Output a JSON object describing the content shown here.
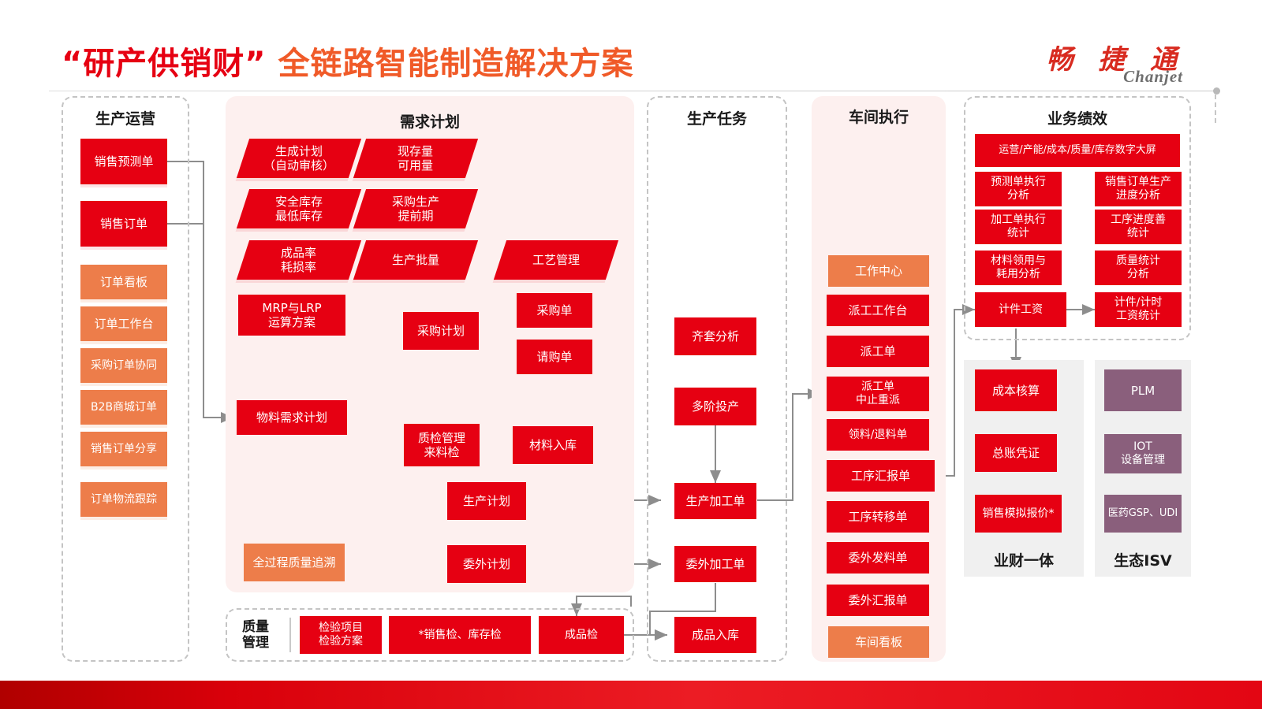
{
  "header": {
    "title_quoted": "“研产供销财”",
    "title_rest": "全链路智能制造解决方案",
    "logo_cn": "畅 捷 通",
    "logo_en": "Chanjet"
  },
  "colors": {
    "red": "#E60012",
    "orange": "#ED7D4A",
    "purple": "#8A5F7C",
    "panel_pink": "#FDF0EF",
    "panel_grey": "#F0F0F0",
    "dashed_border": "#c4c4c4",
    "wire": "#8d8d8d"
  },
  "panels": {
    "production_ops": {
      "title": "生产运营"
    },
    "demand_plan": {
      "title": "需求计划"
    },
    "production_task": {
      "title": "生产任务"
    },
    "workshop_exec": {
      "title": "车间执行"
    },
    "business_perf": {
      "title": "业务绩效"
    },
    "finance": {
      "title": "业财一体"
    },
    "isv": {
      "title": "生态ISV"
    },
    "quality": {
      "title": "质量\n管理"
    }
  },
  "production_ops": {
    "red_items": [
      "销售预测单",
      "销售订单"
    ],
    "orange_items": [
      "订单看板",
      "订单工作台",
      "采购订单协同",
      "B2B商城订单",
      "销售订单分享",
      "订单物流跟踪"
    ]
  },
  "demand_plan": {
    "chips": [
      "生成计划\n（自动审核）",
      "现存量\n可用量",
      "安全库存\n最低库存",
      "采购生产\n提前期",
      "成品率\n耗损率",
      "生产批量",
      "工艺管理"
    ],
    "boxes": [
      "MRP与LRP\n运算方案",
      "采购计划",
      "采购单",
      "请购单",
      "物料需求计划",
      "质检管理\n来料检",
      "材料入库",
      "生产计划",
      "委外计划"
    ],
    "orange_box": "全过程质量追溯"
  },
  "quality_row": {
    "items": [
      "检验项目\n检验方案",
      "*销售检、库存检",
      "成品检"
    ]
  },
  "production_task": {
    "items": [
      "齐套分析",
      "多阶投产",
      "生产加工单",
      "委外加工单",
      "成品入库"
    ]
  },
  "workshop_exec": {
    "items": [
      {
        "label": "工作中心",
        "color": "orange"
      },
      {
        "label": "派工工作台",
        "color": "red"
      },
      {
        "label": "派工单",
        "color": "red"
      },
      {
        "label": "派工单\n中止重派",
        "color": "red"
      },
      {
        "label": "领料/退料单",
        "color": "red"
      },
      {
        "label": "工序汇报单",
        "color": "red"
      },
      {
        "label": "工序转移单",
        "color": "red"
      },
      {
        "label": "委外发料单",
        "color": "red"
      },
      {
        "label": "委外汇报单",
        "color": "red"
      },
      {
        "label": "车间看板",
        "color": "orange"
      }
    ]
  },
  "business_perf": {
    "banner": "运营/产能/成本/质量/库存数字大屏",
    "left_col": [
      "预测单执行\n分析",
      "加工单执行\n统计",
      "材料领用与\n耗用分析",
      "计件工资"
    ],
    "right_col": [
      "销售订单生产\n进度分析",
      "工序进度善\n统计",
      "质量统计\n分析",
      "计件/计时\n工资统计"
    ]
  },
  "finance": {
    "items": [
      "成本核算",
      "总账凭证",
      "销售模拟报价*"
    ]
  },
  "isv": {
    "items": [
      "PLM",
      "IOT\n设备管理",
      "医药GSP、UDI"
    ]
  }
}
